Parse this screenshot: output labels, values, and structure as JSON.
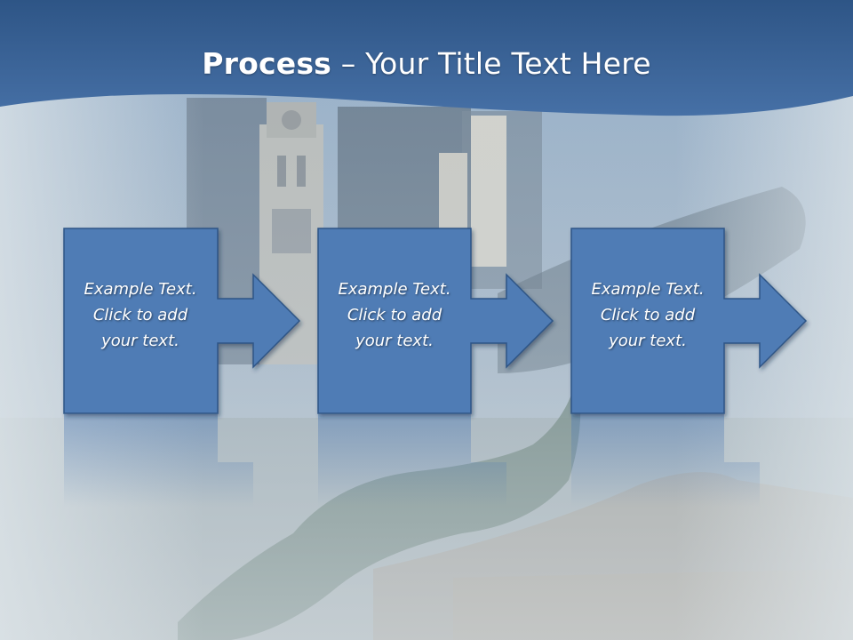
{
  "slide": {
    "title_bold": "Process",
    "title_rest": " – Your Title Text Here",
    "steps": [
      {
        "lines": [
          "Example Text.",
          "Click  to add",
          "your text."
        ]
      },
      {
        "lines": [
          "Example Text.",
          "Click  to add",
          "your text."
        ]
      },
      {
        "lines": [
          "Example Text.",
          "Click  to add",
          "your text."
        ]
      }
    ]
  },
  "colors": {
    "header_blue": "#3a67a0",
    "box_fill": "#4f7bb5",
    "box_stroke": "#2f5486"
  }
}
